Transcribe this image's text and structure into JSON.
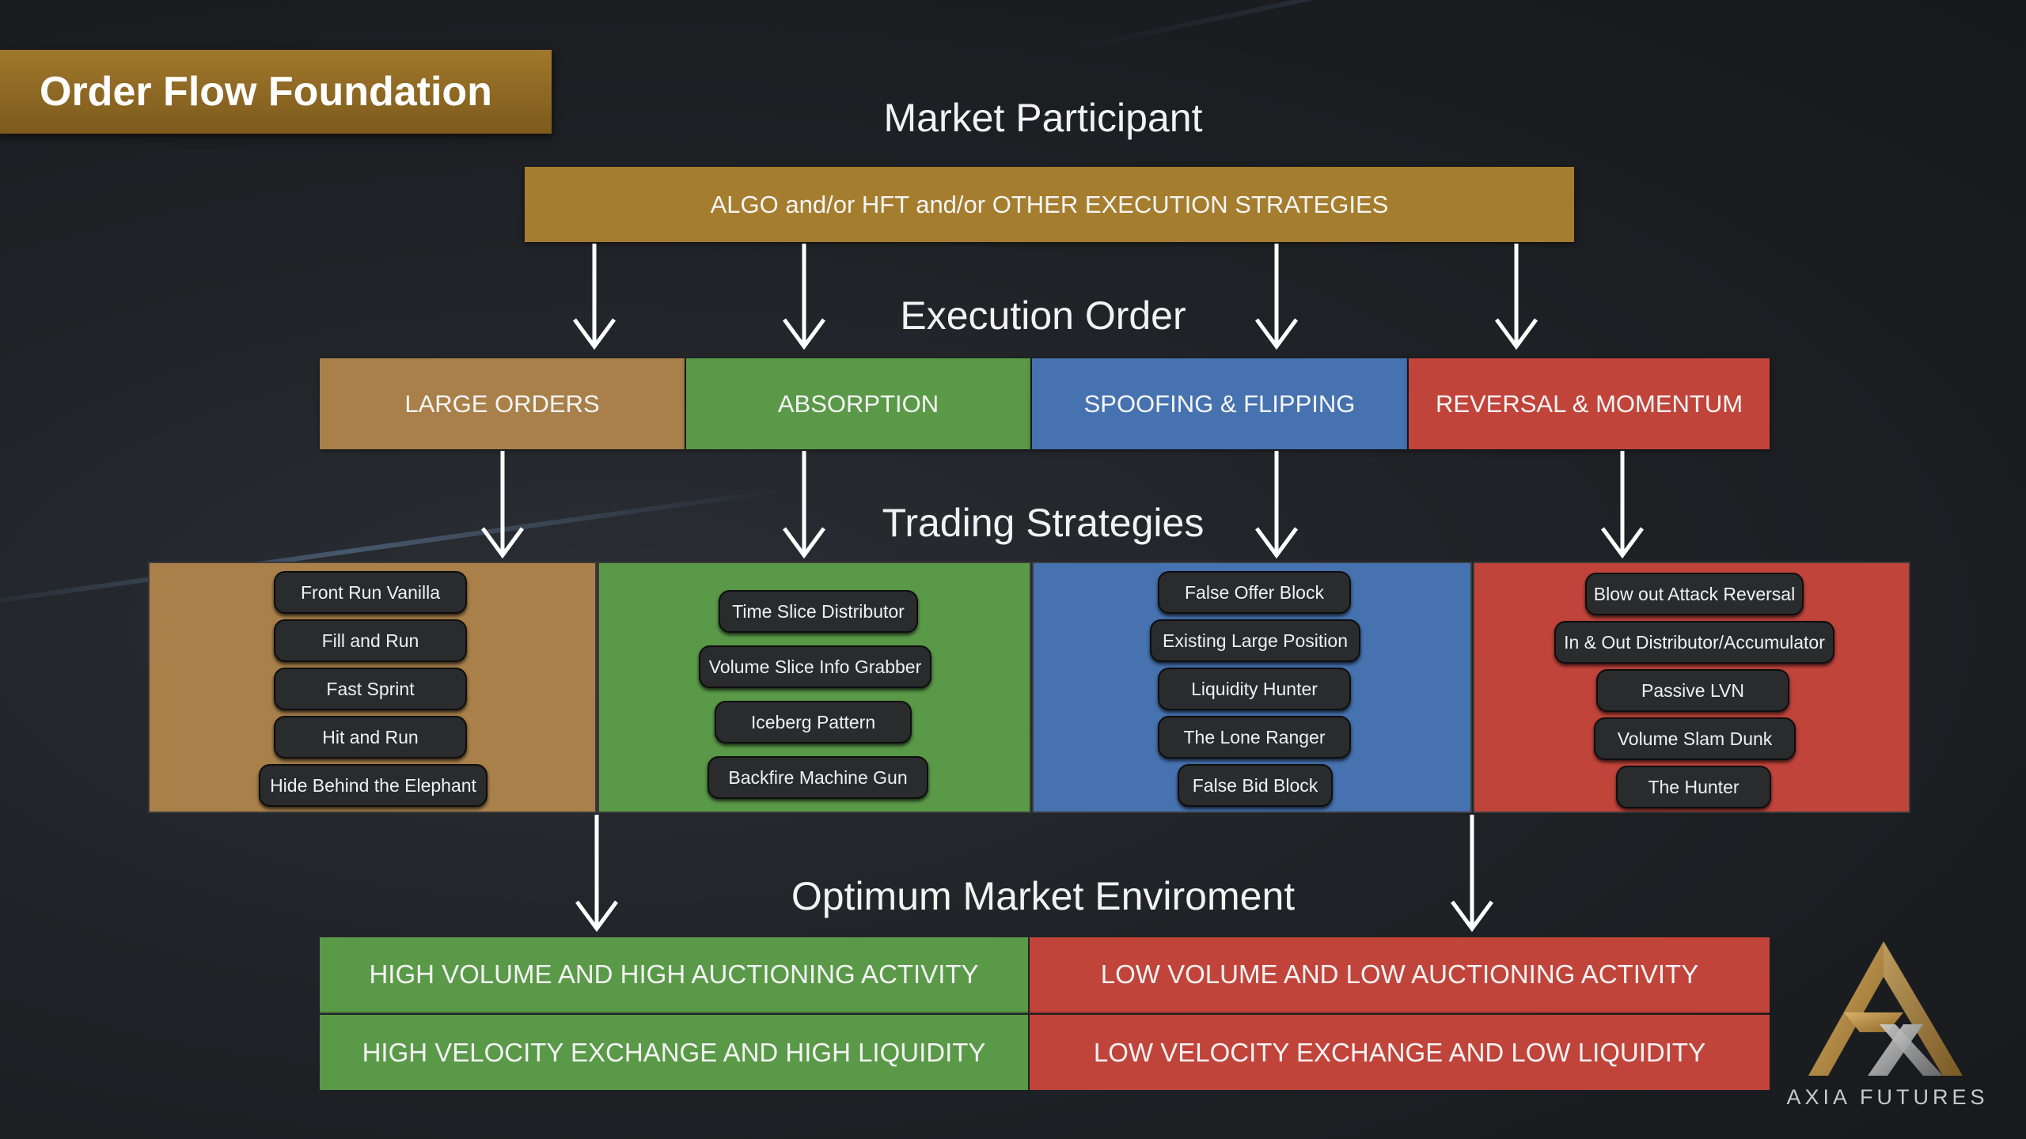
{
  "title": "Order Flow Foundation",
  "headings": {
    "market_participant": "Market Participant",
    "execution_order": "Execution Order",
    "trading_strategies": "Trading Strategies",
    "optimum_env": "Optimum Market Enviroment"
  },
  "participant_bar": "ALGO and/or HFT and/or OTHER EXECUTION STRATEGIES",
  "execution_orders": [
    {
      "label": "LARGE ORDERS",
      "color": "#a9804a"
    },
    {
      "label": "ABSORPTION",
      "color": "#5a9948"
    },
    {
      "label": "SPOOFING & FLIPPING",
      "color": "#4672b0"
    },
    {
      "label": "REVERSAL & MOMENTUM",
      "color": "#c1443b"
    }
  ],
  "strategies": {
    "large_orders": [
      "Front Run Vanilla",
      "Fill and Run",
      "Fast Sprint",
      "Hit and Run",
      "Hide Behind the Elephant"
    ],
    "absorption": [
      "Time Slice Distributor",
      "Volume Slice Info Grabber",
      "Iceberg Pattern",
      "Backfire Machine Gun"
    ],
    "spoofing": [
      "False Offer Block",
      "Existing Large Position",
      "Liquidity Hunter",
      "The Lone Ranger",
      "False Bid Block"
    ],
    "reversal": [
      "Blow out Attack Reversal",
      "In & Out Distributor/Accumulator",
      "Passive LVN",
      "Volume Slam Dunk",
      "The Hunter"
    ]
  },
  "environments": {
    "high_volume": "HIGH VOLUME AND HIGH AUCTIONING ACTIVITY",
    "high_velocity": "HIGH VELOCITY EXCHANGE AND HIGH LIQUIDITY",
    "low_volume": "LOW VOLUME AND LOW AUCTIONING ACTIVITY",
    "low_velocity": "LOW VELOCITY EXCHANGE AND LOW LIQUIDITY"
  },
  "logo_text": "AXIA FUTURES",
  "colors": {
    "gold": "#a57d2e",
    "tan": "#a9804a",
    "green": "#5a9948",
    "blue": "#4672b0",
    "red": "#c1443b"
  }
}
